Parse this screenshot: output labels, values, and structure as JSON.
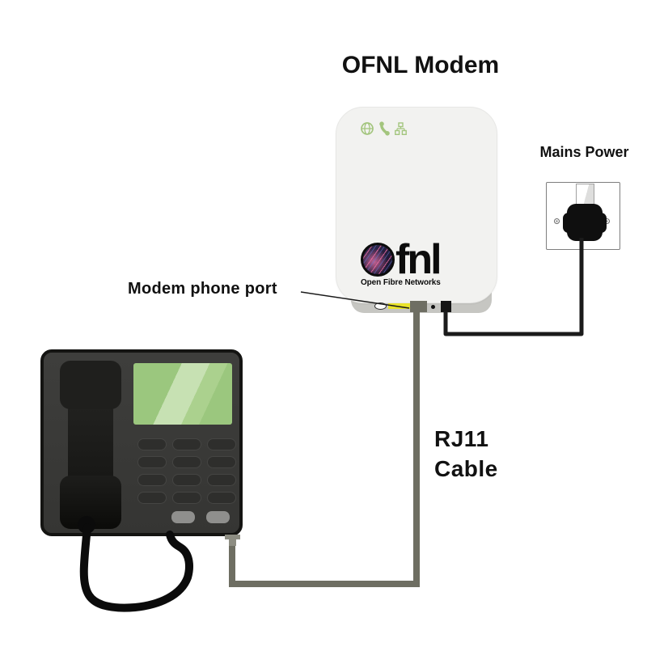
{
  "canvas": {
    "background": "#ffffff"
  },
  "title": {
    "text": "OFNL Modem"
  },
  "labels": {
    "mains_power": "Mains Power",
    "modem_phone_port": "Modem phone port",
    "rj11_cable": "RJ11\nCable"
  },
  "modem": {
    "body_color": "#f2f2f0",
    "base_color": "#c6c6c2",
    "status_icons": [
      {
        "name": "globe-icon",
        "color": "#a3c57d"
      },
      {
        "name": "phone-handset-icon",
        "color": "#a3c57d"
      },
      {
        "name": "network-icon",
        "color": "#a3c57d"
      }
    ],
    "logo": {
      "brand": "fnl",
      "tagline": "Open Fibre Networks"
    },
    "ports": {
      "sticker_color": "#e9e32b",
      "phone_port_color": "#6e6e63",
      "power_port_color": "#141414"
    }
  },
  "cables": {
    "rj11": {
      "color": "#6e6e62"
    },
    "power": {
      "color": "#1b1b1b"
    },
    "handset_cord": {
      "color": "#0b0b0b"
    }
  },
  "phone": {
    "body_color": "#3a3a38",
    "screen_color": "#9bc77e",
    "keypad_rows": 4,
    "keypad_cols": 3,
    "function_buttons": 2
  },
  "socket": {
    "plate_color": "#ffffff",
    "plug_color": "#0f0f0f"
  }
}
